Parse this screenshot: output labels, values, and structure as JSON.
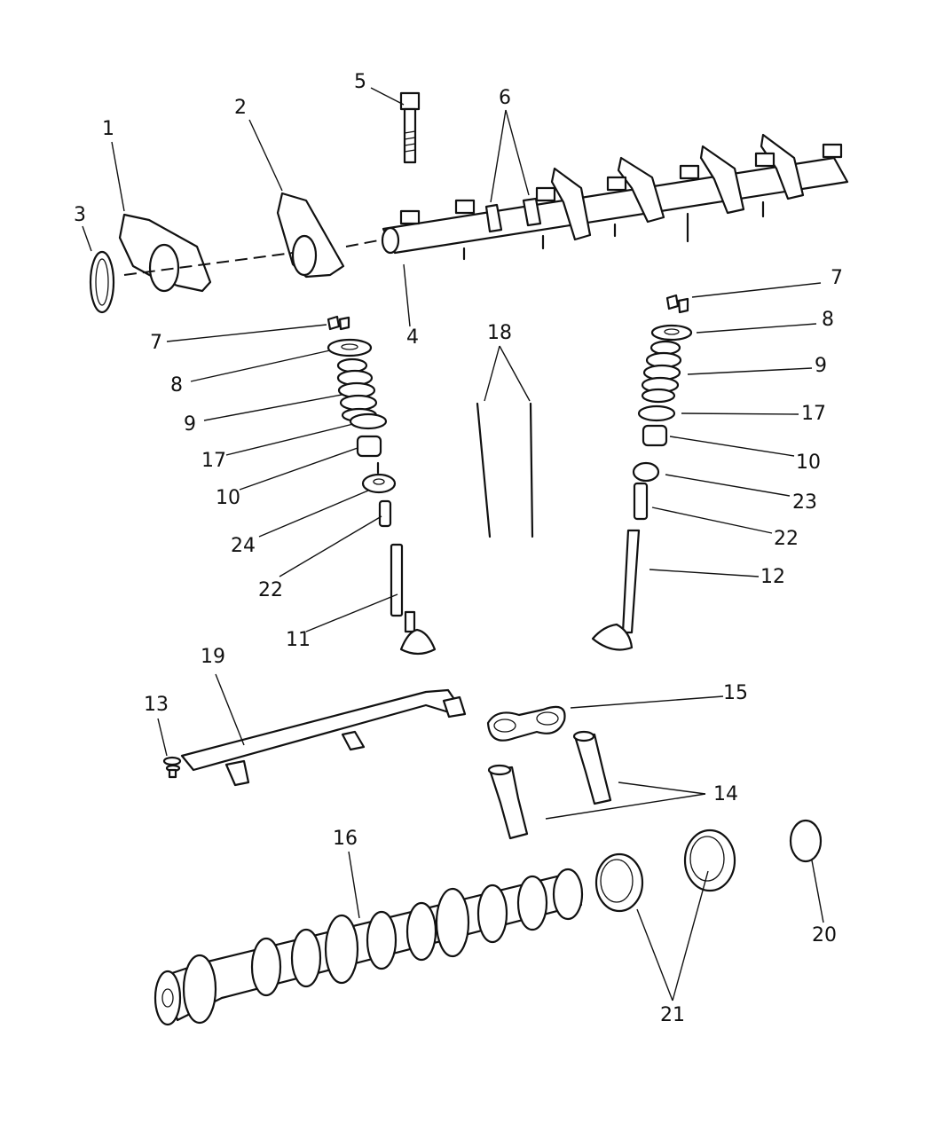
{
  "callouts": [
    {
      "id": "1",
      "text": "1"
    },
    {
      "id": "2",
      "text": "2"
    },
    {
      "id": "3",
      "text": "3"
    },
    {
      "id": "4",
      "text": "4"
    },
    {
      "id": "5",
      "text": "5"
    },
    {
      "id": "6",
      "text": "6"
    },
    {
      "id": "7a",
      "text": "7"
    },
    {
      "id": "7b",
      "text": "7"
    },
    {
      "id": "8a",
      "text": "8"
    },
    {
      "id": "8b",
      "text": "8"
    },
    {
      "id": "9a",
      "text": "9"
    },
    {
      "id": "9b",
      "text": "9"
    },
    {
      "id": "10a",
      "text": "10"
    },
    {
      "id": "10b",
      "text": "10"
    },
    {
      "id": "11",
      "text": "11"
    },
    {
      "id": "12",
      "text": "12"
    },
    {
      "id": "13",
      "text": "13"
    },
    {
      "id": "14",
      "text": "14"
    },
    {
      "id": "15",
      "text": "15"
    },
    {
      "id": "16",
      "text": "16"
    },
    {
      "id": "17a",
      "text": "17"
    },
    {
      "id": "17b",
      "text": "17"
    },
    {
      "id": "18",
      "text": "18"
    },
    {
      "id": "19",
      "text": "19"
    },
    {
      "id": "20",
      "text": "20"
    },
    {
      "id": "21",
      "text": "21"
    },
    {
      "id": "22a",
      "text": "22"
    },
    {
      "id": "22b",
      "text": "22"
    },
    {
      "id": "23",
      "text": "23"
    },
    {
      "id": "24",
      "text": "24"
    }
  ]
}
